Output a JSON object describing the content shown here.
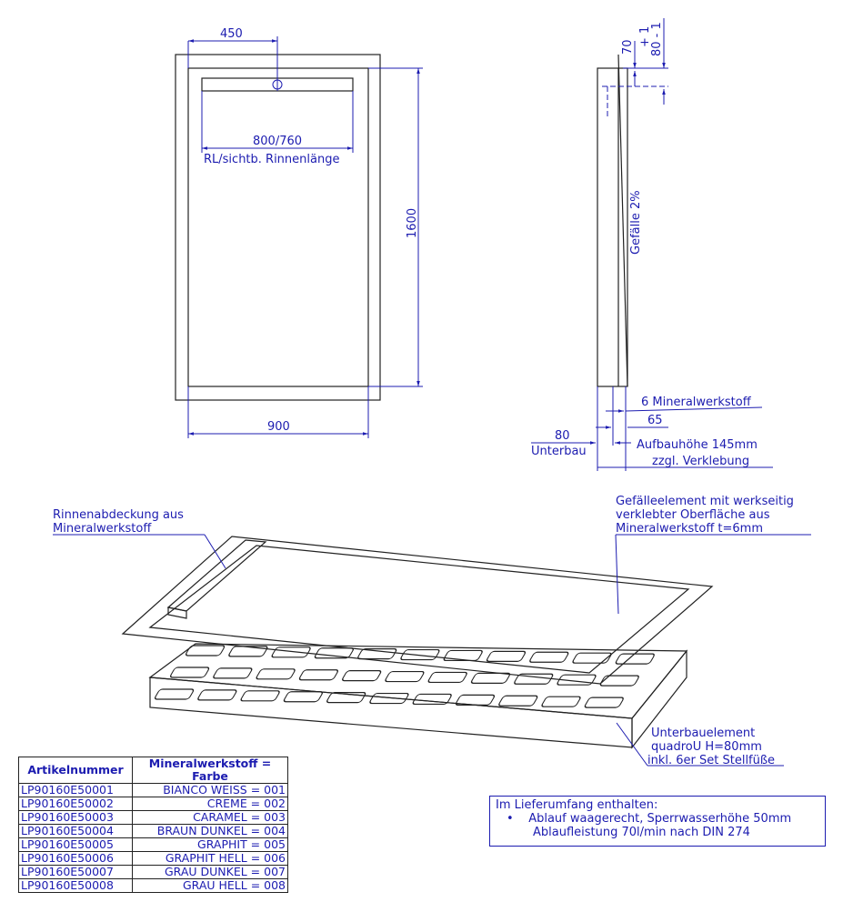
{
  "plan_view": {
    "dim_top": "450",
    "dim_drain": "800/760",
    "drain_label": "RL/sichtb. Rinnenlänge",
    "dim_height": "1600",
    "dim_width": "900"
  },
  "side_view": {
    "dim_70": "70",
    "dim_plus1": "+ 1",
    "dim_80": "80 - 1",
    "slope": "Gefälle 2%",
    "mineral": "6 Mineralwerkstoff",
    "dim_65": "65",
    "dim_80b": "80",
    "unterbau": "Unterbau",
    "aufbau": "Aufbauhöhe 145mm",
    "verklebung": "zzgl. Verklebung"
  },
  "iso_view": {
    "label_cover": [
      "Rinnenabdeckung aus",
      "Mineralwerkstoff"
    ],
    "label_slope": [
      "Gefälleelement mit werkseitig",
      "verklebter Oberfläche aus",
      "Mineralwerkstoff t=6mm"
    ],
    "label_base": [
      "Unterbauelement",
      "quadroU H=80mm",
      "inkl. 6er Set Stellfüße"
    ]
  },
  "table": {
    "headers": [
      "Artikelnummer",
      "Mineralwerkstoff = Farbe"
    ],
    "rows": [
      [
        "LP90160E50001",
        "BIANCO WEISS = 001"
      ],
      [
        "LP90160E50002",
        "CREME = 002"
      ],
      [
        "LP90160E50003",
        "CARAMEL = 003"
      ],
      [
        "LP90160E50004",
        "BRAUN DUNKEL = 004"
      ],
      [
        "LP90160E50005",
        "GRAPHIT = 005"
      ],
      [
        "LP90160E50006",
        "GRAPHIT HELL = 006"
      ],
      [
        "LP90160E50007",
        "GRAU DUNKEL = 007"
      ],
      [
        "LP90160E50008",
        "GRAU HELL = 008"
      ]
    ]
  },
  "info_box": {
    "title": "Im Lieferumfang enthalten:",
    "bullet": "•",
    "line1": "Ablauf waagerecht, Sperrwasserhöhe 50mm",
    "line2": "Ablaufleistung 70l/min nach DIN 274"
  },
  "colors": {
    "annotation": "#1c1cb0",
    "line": "#222222"
  }
}
